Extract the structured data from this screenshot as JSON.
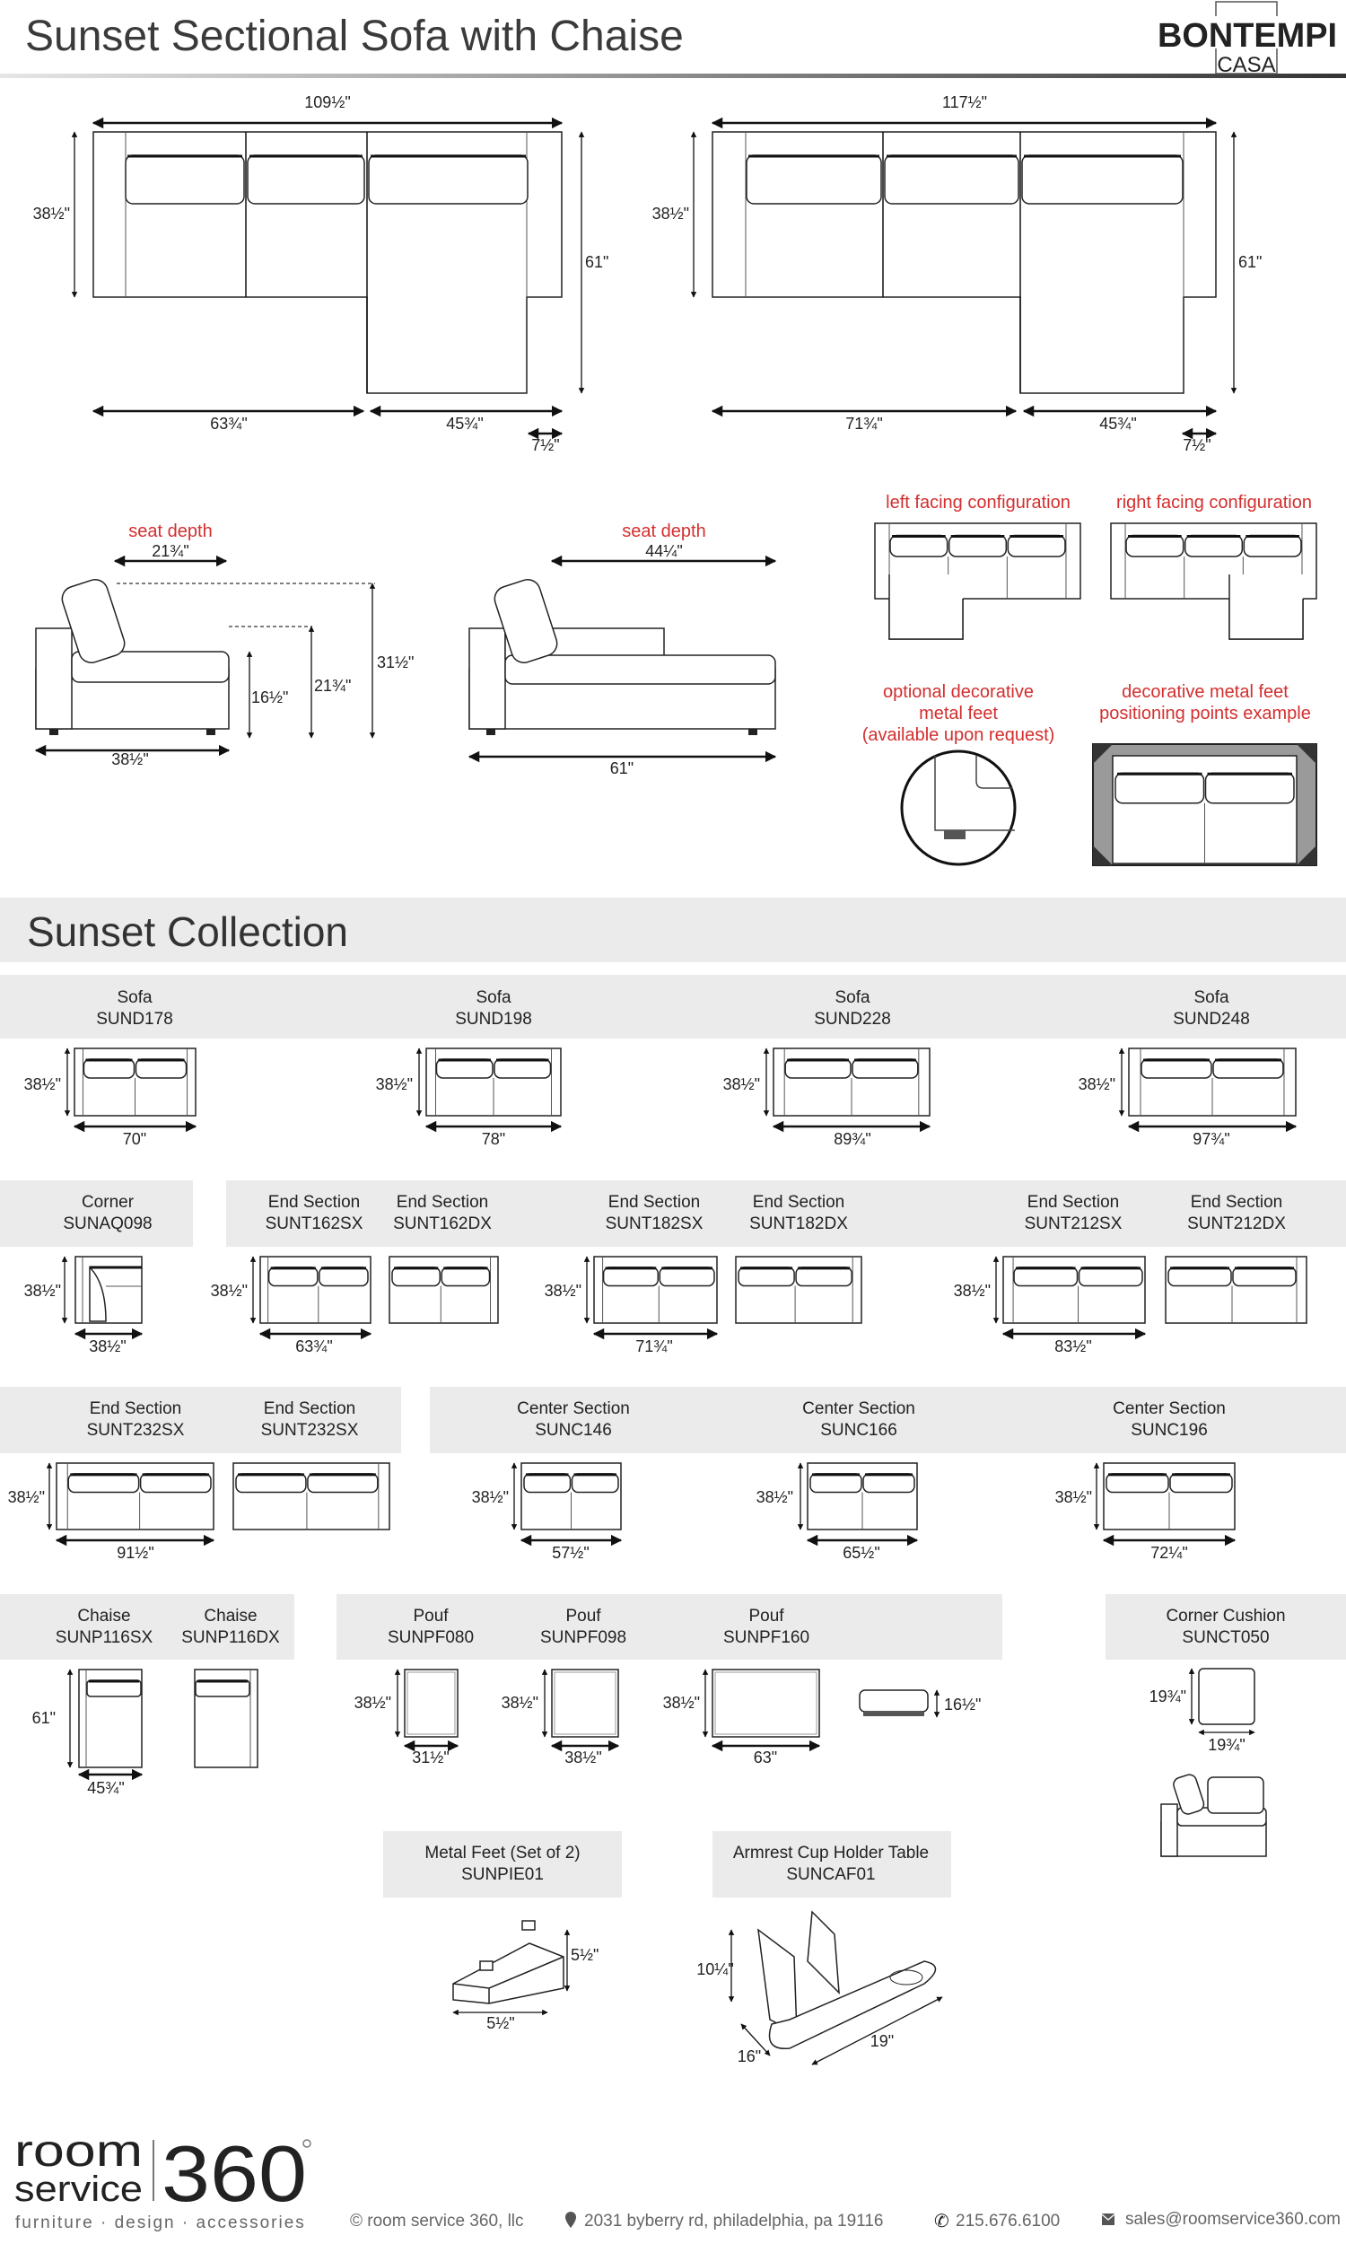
{
  "header": {
    "title": "Sunset Sectional Sofa with Chaise",
    "brand_logo": {
      "name": "BONTEMPI",
      "sub": "CASA"
    }
  },
  "top_views": [
    {
      "total_width": "109½\"",
      "sofa_depth": "38½\"",
      "chaise_depth": "61\"",
      "sofa_width": "63¾\"",
      "chaise_width": "45¾\"",
      "arm_width": "7½\""
    },
    {
      "total_width": "117½\"",
      "sofa_depth": "38½\"",
      "chaise_depth": "61\"",
      "sofa_width": "71¾\"",
      "chaise_width": "45¾\"",
      "arm_width": "7½\""
    }
  ],
  "profiles": {
    "sofa": {
      "seat_depth_label": "seat depth",
      "seat_depth": "21¾\"",
      "back_height": "31½\"",
      "arm_height": "21¾\"",
      "seat_height": "16½\"",
      "depth": "38½\""
    },
    "chaise": {
      "seat_depth_label": "seat depth",
      "seat_depth": "44¼\"",
      "length": "61\""
    }
  },
  "configurations": {
    "left_label": "left facing configuration",
    "right_label": "right facing configuration",
    "feet_option_lines": [
      "optional decorative",
      "metal feet",
      "(available upon request)"
    ],
    "feet_positions_lines": [
      "decorative metal feet",
      "positioning points example"
    ]
  },
  "collection": {
    "title": "Sunset Collection",
    "sofas": [
      {
        "name": "Sofa",
        "code": "SUND178",
        "depth": "38½\"",
        "width": "70\""
      },
      {
        "name": "Sofa",
        "code": "SUND198",
        "depth": "38½\"",
        "width": "78\""
      },
      {
        "name": "Sofa",
        "code": "SUND228",
        "depth": "38½\"",
        "width": "89¾\""
      },
      {
        "name": "Sofa",
        "code": "SUND248",
        "depth": "38½\"",
        "width": "97¾\""
      }
    ],
    "corner": {
      "name": "Corner",
      "code": "SUNAQ098",
      "depth": "38½\"",
      "width": "38½\""
    },
    "end_sections": [
      {
        "left": {
          "name": "End Section",
          "code": "SUNT162SX"
        },
        "right": {
          "name": "End Section",
          "code": "SUNT162DX"
        },
        "depth": "38½\"",
        "width": "63¾\""
      },
      {
        "left": {
          "name": "End Section",
          "code": "SUNT182SX"
        },
        "right": {
          "name": "End Section",
          "code": "SUNT182DX"
        },
        "depth": "38½\"",
        "width": "71¾\""
      },
      {
        "left": {
          "name": "End Section",
          "code": "SUNT212SX"
        },
        "right": {
          "name": "End Section",
          "code": "SUNT212DX"
        },
        "depth": "38½\"",
        "width": "83½\""
      },
      {
        "left": {
          "name": "End Section",
          "code": "SUNT232SX"
        },
        "right": {
          "name": "End Section",
          "code": "SUNT232SX"
        },
        "depth": "38½\"",
        "width": "91½\""
      }
    ],
    "center_sections": [
      {
        "name": "Center Section",
        "code": "SUNC146",
        "depth": "38½\"",
        "width": "57½\""
      },
      {
        "name": "Center Section",
        "code": "SUNC166",
        "depth": "38½\"",
        "width": "65½\""
      },
      {
        "name": "Center Section",
        "code": "SUNC196",
        "depth": "38½\"",
        "width": "72¼\""
      }
    ],
    "chaises": {
      "left": {
        "name": "Chaise",
        "code": "SUNP116SX"
      },
      "right": {
        "name": "Chaise",
        "code": "SUNP116DX"
      },
      "depth": "61\"",
      "width": "45¾\""
    },
    "poufs": [
      {
        "name": "Pouf",
        "code": "SUNPF080",
        "depth": "38½\"",
        "width": "31½\""
      },
      {
        "name": "Pouf",
        "code": "SUNPF098",
        "depth": "38½\"",
        "width": "38½\""
      },
      {
        "name": "Pouf",
        "code": "SUNPF160",
        "depth": "38½\"",
        "width": "63\""
      }
    ],
    "pouf_height": "16½\"",
    "corner_cushion": {
      "name": "Corner Cushion",
      "code": "SUNCT050",
      "depth": "19¾\"",
      "width": "19¾\""
    },
    "metal_feet": {
      "name": "Metal Feet (Set of 2)",
      "code": "SUNPIE01",
      "height": "5½\"",
      "width": "5½\""
    },
    "cup_holder": {
      "name": "Armrest Cup Holder Table",
      "code": "SUNCAF01",
      "height": "10¼\"",
      "depth": "16\"",
      "length": "19\""
    }
  },
  "footer": {
    "logo": {
      "line1": "room",
      "line2": "service",
      "number": "360"
    },
    "tagline": "furniture  ·  design  ·  accessories",
    "copyright": "© room service 360, llc",
    "address": "2031 byberry rd, philadelphia, pa 19116",
    "phone": "215.676.6100",
    "email": "sales@roomservice360.com"
  },
  "colors": {
    "accent_red": "#d32f2f",
    "header_bar": "#ebebeb",
    "text": "#222222"
  }
}
